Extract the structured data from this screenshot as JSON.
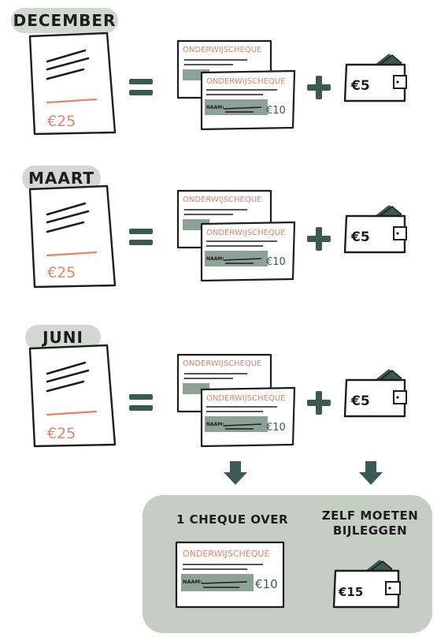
{
  "rows": [
    {
      "month": "DECEMBER",
      "invoice_amount": "€25",
      "cheque_label": "ONDERWIJSCHEQUE",
      "name_label": "NAAM:",
      "cheque_value": "€10",
      "wallet_amount": "€5"
    },
    {
      "month": "MAART",
      "invoice_amount": "€25",
      "cheque_label": "ONDERWIJSCHEQUE",
      "name_label": "NAAM:",
      "cheque_value": "€10",
      "wallet_amount": "€5"
    },
    {
      "month": "JUNI",
      "invoice_amount": "€25",
      "cheque_label": "ONDERWIJSCHEQUE",
      "name_label": "NAAM:",
      "cheque_value": "€10",
      "wallet_amount": "€5"
    }
  ],
  "operators": {
    "equals": "=",
    "plus": "+"
  },
  "summary": {
    "left_title": "1 CHEQUE OVER",
    "right_title_line1": "ZELF MOETEN",
    "right_title_line2": "BIJLEGGEN",
    "cheque_label": "ONDERWIJSCHEQUE",
    "name_label": "NAAM:",
    "cheque_value": "€10",
    "wallet_amount": "€15"
  },
  "colors": {
    "accent_orange": "#e8826a",
    "dark_green": "#3d5a52",
    "name_bar": "#8ea197",
    "tag_bg": "#d3d9d2",
    "box_bg": "#c6cdc5"
  }
}
